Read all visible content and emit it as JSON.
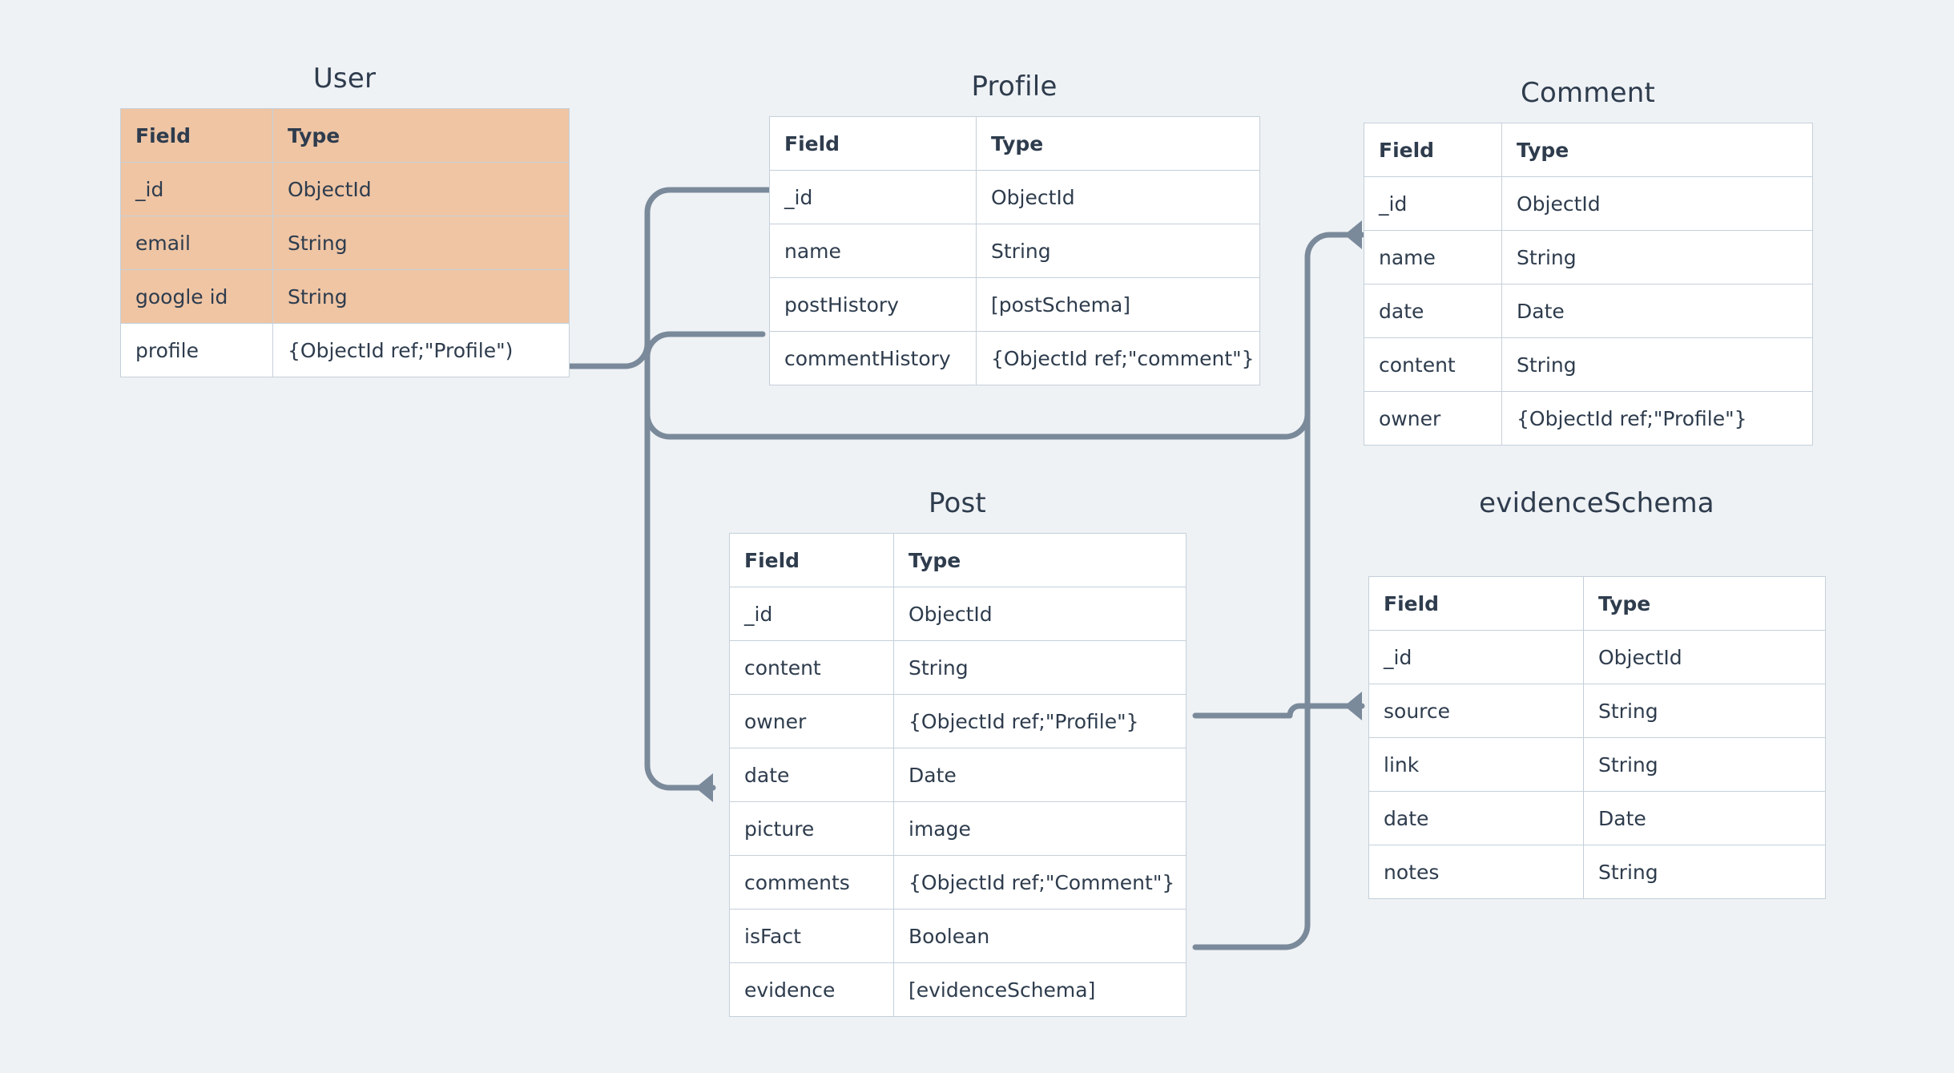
{
  "diagram": {
    "title_color": "#2e3c4d",
    "background_color": "#eff2f5",
    "highlight_color": "#efc5a4",
    "border_color": "#c5d0da",
    "connector_color": "#7a8a9b",
    "columns": {
      "field": "Field",
      "type": "Type"
    }
  },
  "entities": {
    "user": {
      "title": "User",
      "header": {
        "field": "Field",
        "type": "Type"
      },
      "rows": [
        {
          "field": "_id",
          "type": "ObjectId",
          "highlight": true
        },
        {
          "field": "email",
          "type": "String",
          "highlight": true
        },
        {
          "field": "google id",
          "type": "String",
          "highlight": true
        },
        {
          "field": "profile",
          "type": "{ObjectId ref;\"Profile\")",
          "highlight": false
        }
      ]
    },
    "profile": {
      "title": "Profile",
      "header": {
        "field": "Field",
        "type": "Type"
      },
      "rows": [
        {
          "field": "_id",
          "type": "ObjectId"
        },
        {
          "field": "name",
          "type": "String"
        },
        {
          "field": "postHistory",
          "type": "[postSchema]"
        },
        {
          "field": "commentHistory",
          "type": "{ObjectId ref;\"comment\"}"
        }
      ]
    },
    "comment": {
      "title": "Comment",
      "header": {
        "field": "Field",
        "type": "Type"
      },
      "rows": [
        {
          "field": "_id",
          "type": "ObjectId"
        },
        {
          "field": "name",
          "type": "String"
        },
        {
          "field": "date",
          "type": "Date"
        },
        {
          "field": "content",
          "type": "String"
        },
        {
          "field": "owner",
          "type": "{ObjectId ref;\"Profile\"}"
        }
      ]
    },
    "post": {
      "title": "Post",
      "header": {
        "field": "Field",
        "type": "Type"
      },
      "rows": [
        {
          "field": "_id",
          "type": "ObjectId"
        },
        {
          "field": "content",
          "type": "String"
        },
        {
          "field": "owner",
          "type": "{ObjectId ref;\"Profile\"}"
        },
        {
          "field": "date",
          "type": "Date"
        },
        {
          "field": "picture",
          "type": "image"
        },
        {
          "field": "comments",
          "type": "{ObjectId ref;\"Comment\"}"
        },
        {
          "field": "isFact",
          "type": "Boolean"
        },
        {
          "field": "evidence",
          "type": "[evidenceSchema]"
        }
      ]
    },
    "evidenceschema": {
      "title": "evidenceSchema",
      "header": {
        "field": "Field",
        "type": "Type"
      },
      "rows": [
        {
          "field": "_id",
          "type": "ObjectId"
        },
        {
          "field": "source",
          "type": "String"
        },
        {
          "field": "link",
          "type": "String"
        },
        {
          "field": "date",
          "type": "Date"
        },
        {
          "field": "notes",
          "type": "String"
        }
      ]
    }
  },
  "relationships": [
    {
      "from": "user.profile",
      "to": "profile._id"
    },
    {
      "from": "user.profile",
      "to": "profile.commentHistory"
    },
    {
      "from": "user.profile",
      "to": "post.date"
    },
    {
      "from": "profile.commentHistory",
      "to": "comment._id"
    },
    {
      "from": "post.owner",
      "to": "evidenceschema.source"
    },
    {
      "from": "post.isFact",
      "to": "comment._id"
    }
  ]
}
